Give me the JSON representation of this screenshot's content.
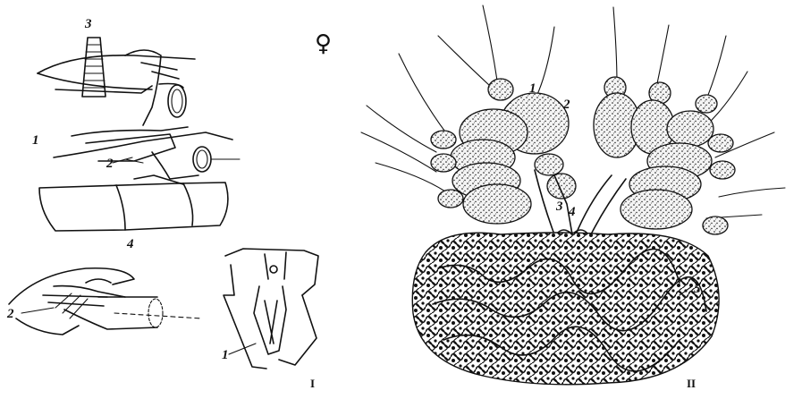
{
  "panel_left": {
    "sex_symbol": "♀",
    "labels": [
      "3",
      "1",
      "2",
      "4",
      "2",
      "1"
    ],
    "numeral": "I"
  },
  "panel_right": {
    "labels": [
      "1",
      "2",
      "3",
      "4",
      "5"
    ],
    "numeral": "II"
  },
  "colors": {
    "ink": "#111111",
    "paper": "#ffffff",
    "stipple": "#1a1a1a"
  }
}
